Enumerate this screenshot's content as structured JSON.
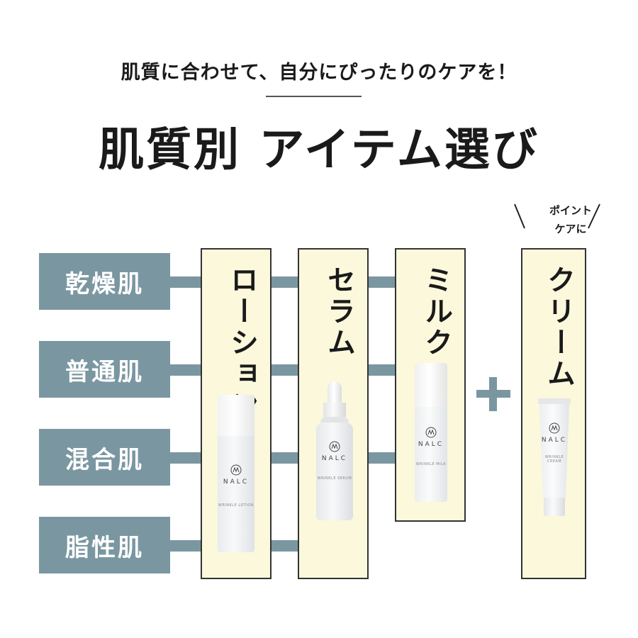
{
  "header": {
    "subtitle": "肌質に合わせて、自分にぴったりのケアを！",
    "title": "肌質別 アイテム選び"
  },
  "skin_types": [
    "乾燥肌",
    "普通肌",
    "混合肌",
    "脂性肌"
  ],
  "products": {
    "lotion": {
      "label": "ローション",
      "brand": "NALC",
      "name": "WRINKLE LOTION"
    },
    "serum": {
      "label": "セラム",
      "brand": "NALC",
      "name": "WRINKLE SERUM"
    },
    "milk": {
      "label": "ミルク",
      "brand": "NALC",
      "name": "WRINKLE MILK"
    },
    "cream": {
      "label": "クリーム",
      "brand": "NALC",
      "name": "WRINKLE CREAM"
    }
  },
  "point_note": {
    "line1": "ポイント",
    "line2": "ケアに"
  },
  "colors": {
    "accent": "#7a97a1",
    "column_bg": "#fbf8dc",
    "border": "#333333"
  }
}
